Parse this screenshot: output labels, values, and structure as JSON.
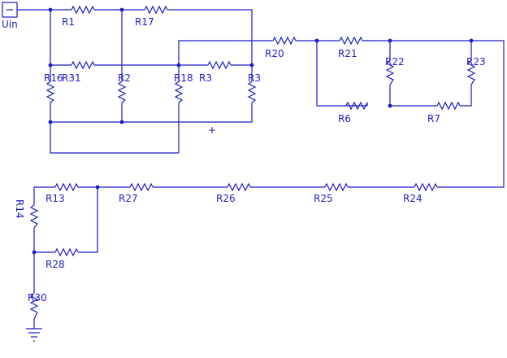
{
  "schematic": {
    "wire_color": "#1c1cc8",
    "source_label": "Uin",
    "plus_sign": "+",
    "resistors": [
      {
        "id": "R1",
        "label": "R1"
      },
      {
        "id": "R17",
        "label": "R17"
      },
      {
        "id": "R31",
        "label": "R31"
      },
      {
        "id": "R16",
        "label": "R16"
      },
      {
        "id": "R2",
        "label": "R2"
      },
      {
        "id": "R18",
        "label": "R18"
      },
      {
        "id": "R3a",
        "label": "R3"
      },
      {
        "id": "R3b",
        "label": "R3"
      },
      {
        "id": "R20",
        "label": "R20"
      },
      {
        "id": "R21",
        "label": "R21"
      },
      {
        "id": "R22",
        "label": "R22"
      },
      {
        "id": "R23",
        "label": "R23"
      },
      {
        "id": "R6",
        "label": "R6"
      },
      {
        "id": "R7",
        "label": "R7"
      },
      {
        "id": "R13",
        "label": "R13"
      },
      {
        "id": "R27",
        "label": "R27"
      },
      {
        "id": "R26",
        "label": "R26"
      },
      {
        "id": "R25",
        "label": "R25"
      },
      {
        "id": "R24",
        "label": "R24"
      },
      {
        "id": "R14",
        "label": "R14"
      },
      {
        "id": "R28",
        "label": "R28"
      },
      {
        "id": "R30",
        "label": "R30"
      }
    ]
  }
}
